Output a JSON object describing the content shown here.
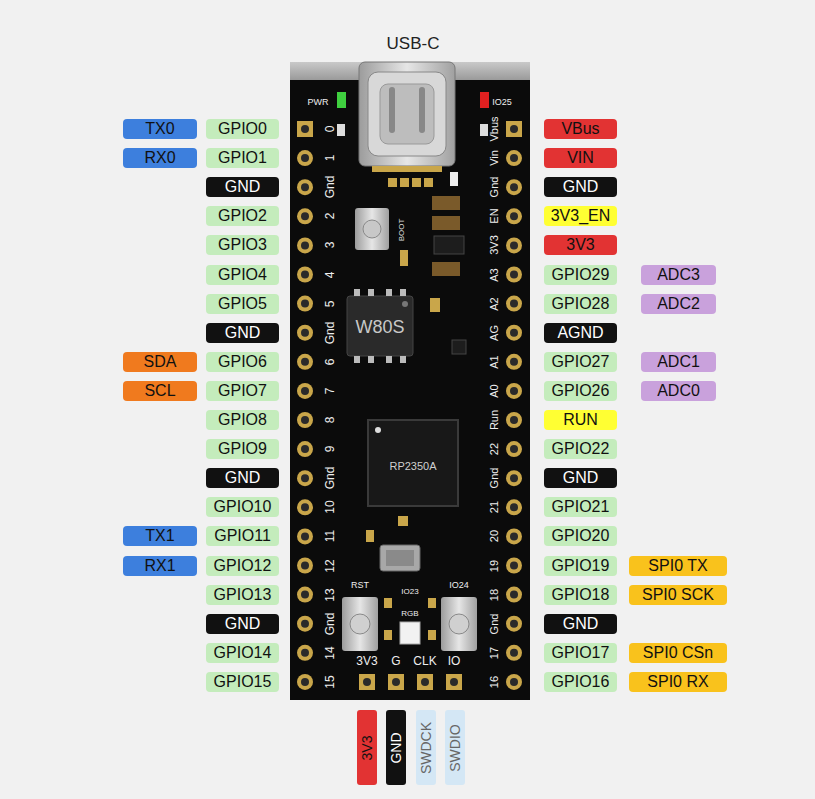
{
  "diagram": {
    "nodes": [
      {
        "text": [
          "TX0"
        ]
      },
      {
        "text": [
          "GPIO0"
        ]
      },
      {
        "text": [
          "VBus"
        ]
      },
      {
        "text": [
          "RX0"
        ]
      },
      {
        "text": [
          "GPIO1"
        ]
      },
      {
        "text": [
          "VIN"
        ]
      },
      {
        "text": [
          "GND"
        ]
      },
      {
        "text": [
          "GND"
        ]
      },
      {
        "text": [
          "GPIO2"
        ]
      },
      {
        "text": [
          "3V3_EN"
        ]
      },
      {
        "text": [
          "GPIO3"
        ]
      },
      {
        "text": [
          "3V3"
        ]
      },
      {
        "text": [
          "GPIO4"
        ]
      },
      {
        "text": [
          "GPIO29"
        ]
      },
      {
        "text": [
          "ADC3"
        ]
      },
      {
        "text": [
          "GPIO5"
        ]
      },
      {
        "text": [
          "GPIO28"
        ]
      },
      {
        "text": [
          "ADC2"
        ]
      },
      {
        "text": [
          "GND"
        ]
      },
      {
        "text": [
          "AGND"
        ]
      },
      {
        "text": [
          "SDA"
        ]
      },
      {
        "text": [
          "GPIO6"
        ]
      },
      {
        "text": [
          "GPIO27"
        ]
      },
      {
        "text": [
          "ADC1"
        ]
      },
      {
        "text": [
          "SCL"
        ]
      },
      {
        "text": [
          "GPIO7"
        ]
      },
      {
        "text": [
          "GPIO26"
        ]
      },
      {
        "text": [
          "ADC0"
        ]
      },
      {
        "text": [
          "GPIO8"
        ]
      },
      {
        "text": [
          "RUN"
        ]
      },
      {
        "text": [
          "GPIO9"
        ]
      },
      {
        "text": [
          "GPIO22"
        ]
      },
      {
        "text": [
          "GND"
        ]
      },
      {
        "text": [
          "GND"
        ]
      },
      {
        "text": [
          "GPIO10"
        ]
      },
      {
        "text": [
          "GPIO21"
        ]
      },
      {
        "text": [
          "TX1"
        ]
      },
      {
        "text": [
          "GPIO11"
        ]
      },
      {
        "text": [
          "GPIO20"
        ]
      },
      {
        "text": [
          "RX1"
        ]
      },
      {
        "text": [
          "GPIO12"
        ]
      },
      {
        "text": [
          "GPIO19"
        ]
      },
      {
        "text": [
          "SPI0 TX"
        ]
      },
      {
        "text": [
          "GPIO13"
        ]
      },
      {
        "text": [
          "GPIO18"
        ]
      },
      {
        "text": [
          "SPI0 SCK"
        ]
      },
      {
        "text": [
          "GND"
        ]
      },
      {
        "text": [
          "GND"
        ]
      },
      {
        "text": [
          "GPIO14"
        ]
      },
      {
        "text": [
          "GPIO17"
        ]
      },
      {
        "text": [
          "SPI0 CSn"
        ]
      },
      {
        "text": [
          "GPIO15"
        ]
      },
      {
        "text": [
          "GPIO16"
        ]
      },
      {
        "text": [
          "SPI0 RX"
        ]
      },
      {
        "text": [
          "3V3"
        ]
      },
      {
        "text": [
          "GND"
        ]
      },
      {
        "text": [
          "SWDCK"
        ]
      },
      {
        "text": [
          "SWDIO"
        ]
      }
    ],
    "labels": [
      "USB-C",
      "PWR",
      "IO25",
      "0",
      "1",
      "Gnd",
      "2",
      "3",
      "4",
      "5",
      "Gnd",
      "6",
      "7",
      "8",
      "9",
      "Gnd",
      "10",
      "11",
      "12",
      "13",
      "Gnd",
      "14",
      "15",
      "Vbus",
      "Vin",
      "Gnd",
      "EN",
      "3V3",
      "A3",
      "A2",
      "AG",
      "A1",
      "A0",
      "Run",
      "22",
      "Gnd",
      "21",
      "20",
      "19",
      "18",
      "Gnd",
      "17",
      "16",
      "BOOT",
      "W80S",
      "RP2350A",
      "RST",
      "IO23",
      "RGB",
      "IO24",
      "3V3",
      "G",
      "CLK",
      "IO"
    ]
  }
}
